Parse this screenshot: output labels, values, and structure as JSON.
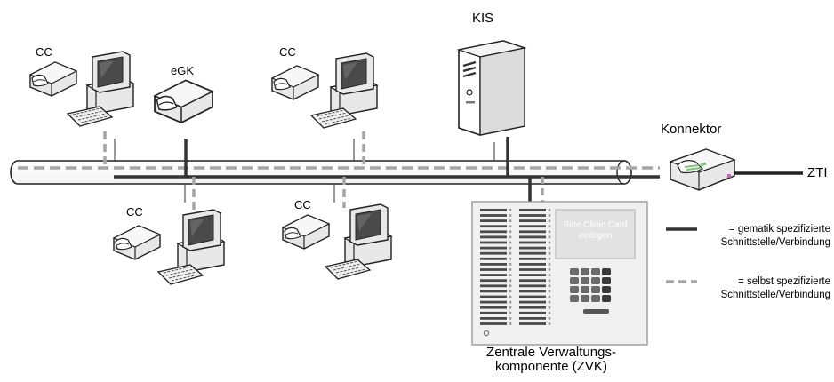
{
  "nodes": {
    "kis": {
      "label": "KIS"
    },
    "konnektor": {
      "label": "Konnektor"
    },
    "zti": {
      "label": "ZTI"
    },
    "egk": {
      "label": "eGK"
    },
    "cc_top_left": {
      "label": "CC"
    },
    "cc_top_mid": {
      "label": "CC"
    },
    "cc_bottom_left": {
      "label": "CC"
    },
    "cc_bottom_mid": {
      "label": "CC"
    },
    "zvk": {
      "label_line1": "Zentrale Verwaltungs-",
      "label_line2": "komponente (ZVK)",
      "screen_line1": "Bitte Clinic Card",
      "screen_line2": "einlegen"
    }
  },
  "legend": {
    "solid_line1": "= gematik spezifizierte",
    "solid_line2": "Schnittstelle/Verbindung",
    "dashed_line1": "= selbst spezifizierte",
    "dashed_line2": "Schnittstelle/Verbindung"
  },
  "colors": {
    "solid": "#333333",
    "dashed": "#a6a6a6",
    "device_fill": "#e6e6e6",
    "device_dark": "#222222",
    "screen": "#4a4a4a",
    "konnektor_accent": "#7fbf7f"
  }
}
